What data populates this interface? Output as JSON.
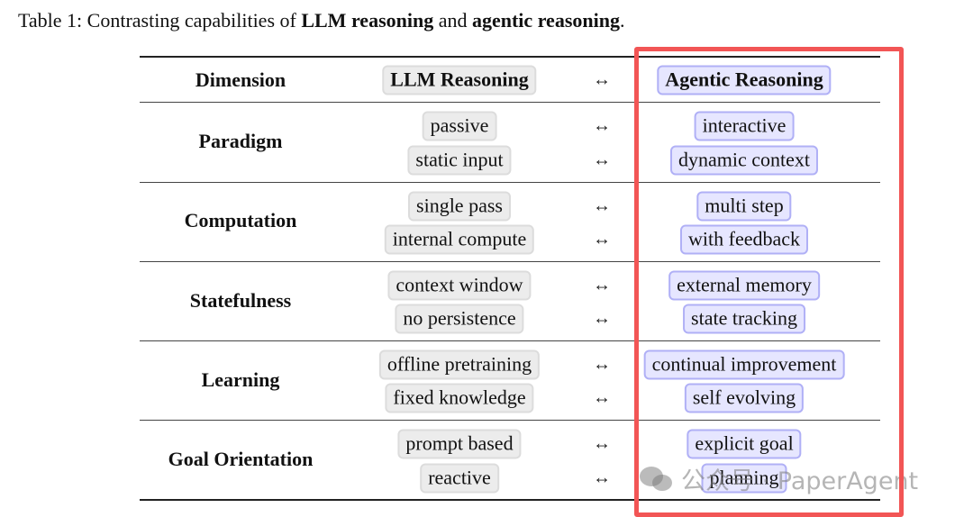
{
  "caption": {
    "prefix": "Table 1: Contrasting capabilities of ",
    "bold1": "LLM reasoning",
    "middle": " and ",
    "bold2": "agentic reasoning",
    "suffix": "."
  },
  "table": {
    "headers": {
      "dimension": "Dimension",
      "llm": "LLM Reasoning",
      "arrow": "↔",
      "agentic": "Agentic Reasoning"
    },
    "groups": [
      {
        "dimension": "Paradigm",
        "rows": [
          {
            "llm": "passive",
            "arrow": "↔",
            "agentic": "interactive"
          },
          {
            "llm": "static input",
            "arrow": "↔",
            "agentic": "dynamic context"
          }
        ]
      },
      {
        "dimension": "Computation",
        "rows": [
          {
            "llm": "single pass",
            "arrow": "↔",
            "agentic": "multi step"
          },
          {
            "llm": "internal compute",
            "arrow": "↔",
            "agentic": "with feedback"
          }
        ]
      },
      {
        "dimension": "Statefulness",
        "rows": [
          {
            "llm": "context window",
            "arrow": "↔",
            "agentic": "external memory"
          },
          {
            "llm": "no persistence",
            "arrow": "↔",
            "agentic": "state tracking"
          }
        ]
      },
      {
        "dimension": "Learning",
        "rows": [
          {
            "llm": "offline pretraining",
            "arrow": "↔",
            "agentic": "continual improvement"
          },
          {
            "llm": "fixed knowledge",
            "arrow": "↔",
            "agentic": "self evolving"
          }
        ]
      },
      {
        "dimension": "Goal Orientation",
        "rows": [
          {
            "llm": "prompt based",
            "arrow": "↔",
            "agentic": "explicit goal"
          },
          {
            "llm": "reactive",
            "arrow": "↔",
            "agentic": "planning"
          }
        ]
      }
    ]
  },
  "highlight": {
    "color": "#f25555"
  },
  "watermark": {
    "text": "公众号 · PaperAgent"
  }
}
